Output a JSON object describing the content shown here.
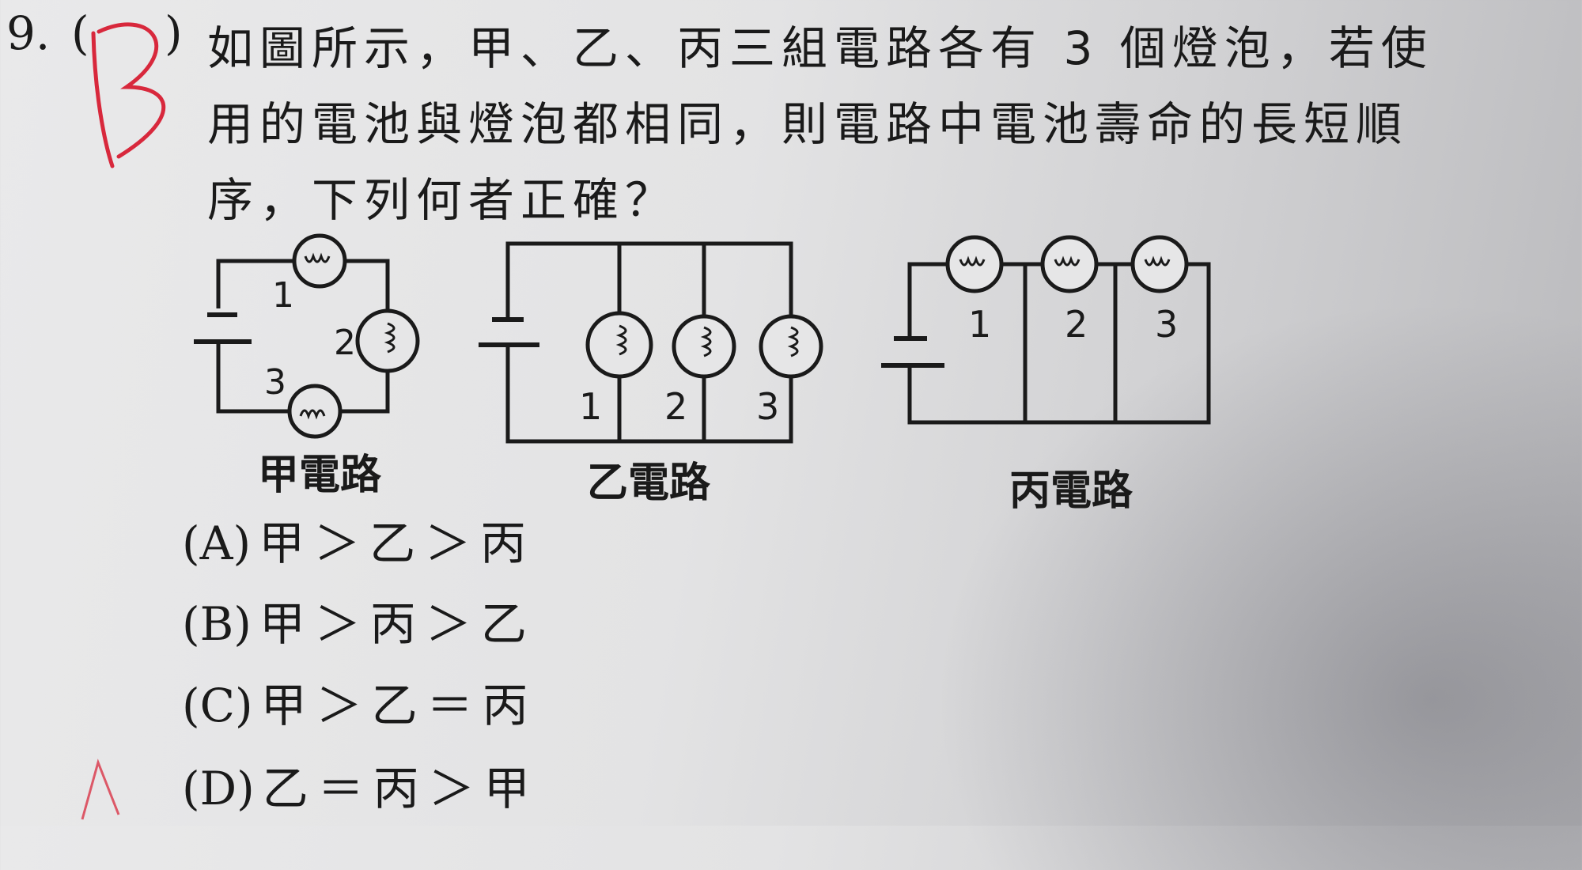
{
  "question": {
    "number": "9.",
    "paren_open": "(",
    "paren_close": ")",
    "handwritten_answer": "B",
    "lines": [
      "如圖所示，甲、乙、丙三組電路各有 3 個燈泡，若使",
      "用的電池與燈泡都相同，則電路中電池壽命的長短順",
      "序，下列何者正確？"
    ]
  },
  "circuits": [
    {
      "caption": "甲電路",
      "bulb_labels": [
        "1",
        "2",
        "3"
      ]
    },
    {
      "caption": "乙電路",
      "bulb_labels": [
        "1",
        "2",
        "3"
      ]
    },
    {
      "caption": "丙電路",
      "bulb_labels": [
        "1",
        "2",
        "3"
      ]
    }
  ],
  "options": [
    {
      "letter": "(A)",
      "text": "甲＞乙＞丙"
    },
    {
      "letter": "(B)",
      "text": "甲＞丙＞乙"
    },
    {
      "letter": "(C)",
      "text": "甲＞乙＝丙"
    },
    {
      "letter": "(D)",
      "text": "乙＝丙＞甲"
    }
  ],
  "colors": {
    "ink": "#1a1a1a",
    "red_pen": "#d8283c"
  }
}
